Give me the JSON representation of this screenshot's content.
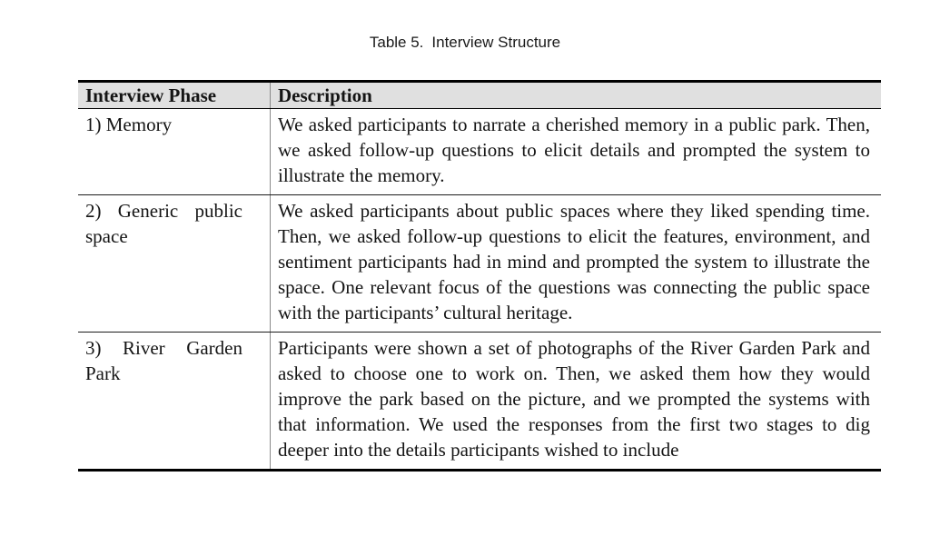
{
  "caption": {
    "label": "Table 5.",
    "title": "Interview Structure"
  },
  "colors": {
    "header_background": "#e0e0e0",
    "rule_color": "#000000",
    "column_divider": "#8a8a8a",
    "text": "#141414",
    "page_background": "#ffffff"
  },
  "table": {
    "columns": [
      "Interview Phase",
      "Description"
    ],
    "rows": [
      {
        "phase": "1) Memory",
        "description": "We asked participants to narrate a cherished memory in a public park. Then, we asked follow-up questions to elicit details and prompted the system to illustrate the memory."
      },
      {
        "phase": "2) Generic public space",
        "description": "We asked participants about public spaces where they liked spending time. Then, we asked follow-up questions to elicit the features, envi­ronment, and sentiment participants had in mind and prompted the system to illustrate the space. One relevant focus of the questions was connecting the public space with the participants’ cultural heritage."
      },
      {
        "phase": "3) River Garden Park",
        "description": "Participants were shown a set of photographs of the River Garden Park and asked to choose one to work on. Then, we asked them how they would improve the park based on the picture, and we prompted the systems with that information. We used the responses from the first two stages to dig deeper into the details participants wished to include"
      }
    ]
  }
}
